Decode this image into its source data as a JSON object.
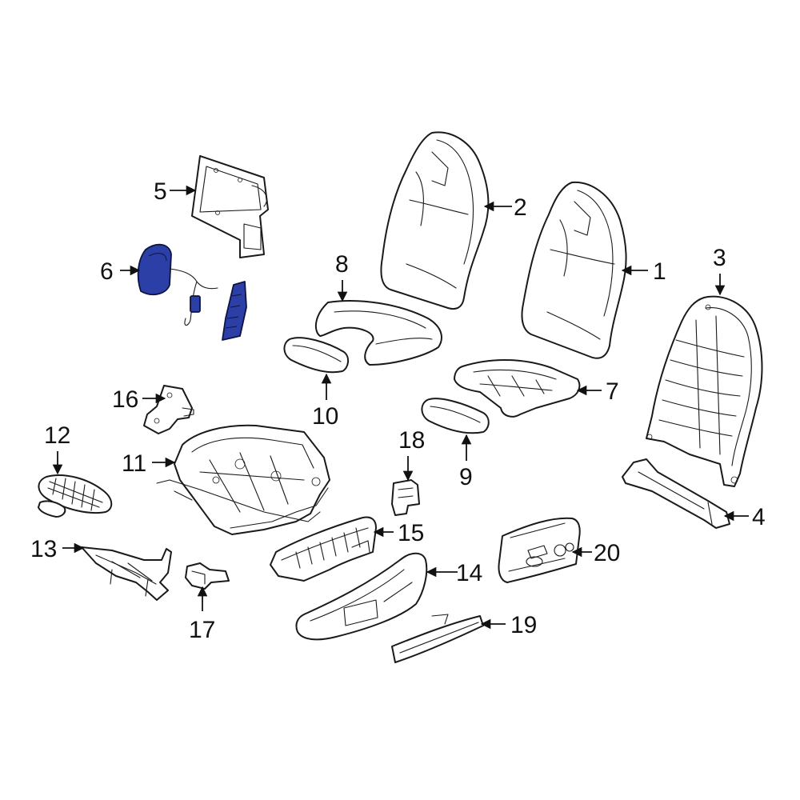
{
  "highlight_color": "#2b3fa6",
  "callouts": [
    {
      "id": "1",
      "label": "1"
    },
    {
      "id": "2",
      "label": "2"
    },
    {
      "id": "3",
      "label": "3"
    },
    {
      "id": "4",
      "label": "4"
    },
    {
      "id": "5",
      "label": "5"
    },
    {
      "id": "6",
      "label": "6"
    },
    {
      "id": "7",
      "label": "7"
    },
    {
      "id": "8",
      "label": "8"
    },
    {
      "id": "9",
      "label": "9"
    },
    {
      "id": "10",
      "label": "10"
    },
    {
      "id": "11",
      "label": "11"
    },
    {
      "id": "12",
      "label": "12"
    },
    {
      "id": "13",
      "label": "13"
    },
    {
      "id": "14",
      "label": "14"
    },
    {
      "id": "15",
      "label": "15"
    },
    {
      "id": "16",
      "label": "16"
    },
    {
      "id": "17",
      "label": "17"
    },
    {
      "id": "18",
      "label": "18"
    },
    {
      "id": "19",
      "label": "19"
    },
    {
      "id": "20",
      "label": "20"
    }
  ]
}
